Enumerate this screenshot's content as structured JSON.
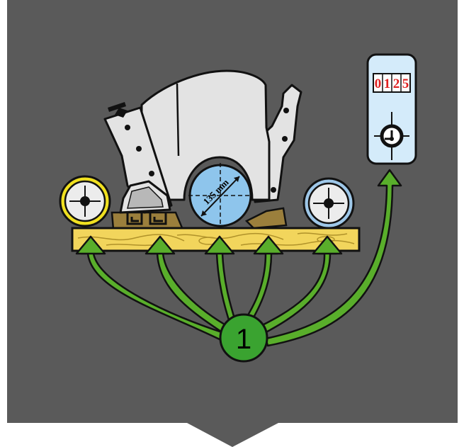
{
  "diagram": {
    "counter_digits": [
      "0",
      "1",
      "2",
      "5"
    ],
    "cutter_diameter_label": "135 mm",
    "callout_number": "1",
    "colors": {
      "background": "#5a5a5a",
      "outline": "#111111",
      "machine_body": "#e3e3e3",
      "table_wood": "#f2d55c",
      "wood_grain": "#b0922a",
      "bracket_tan": "#9b7f3c",
      "arrow_green": "#59ae2b",
      "callout_green": "#3aa330",
      "cutter_blue": "#8ec5ec",
      "left_gauge_ring": "#f0e020",
      "right_gauge_ring": "#9ec7e8",
      "counter_panel": "#d4ebfa",
      "counter_digits": "#e02020"
    },
    "icons": [
      "dial-gauge-icon",
      "counter-icon",
      "cutter-disc-icon",
      "callout-marker-icon"
    ]
  }
}
